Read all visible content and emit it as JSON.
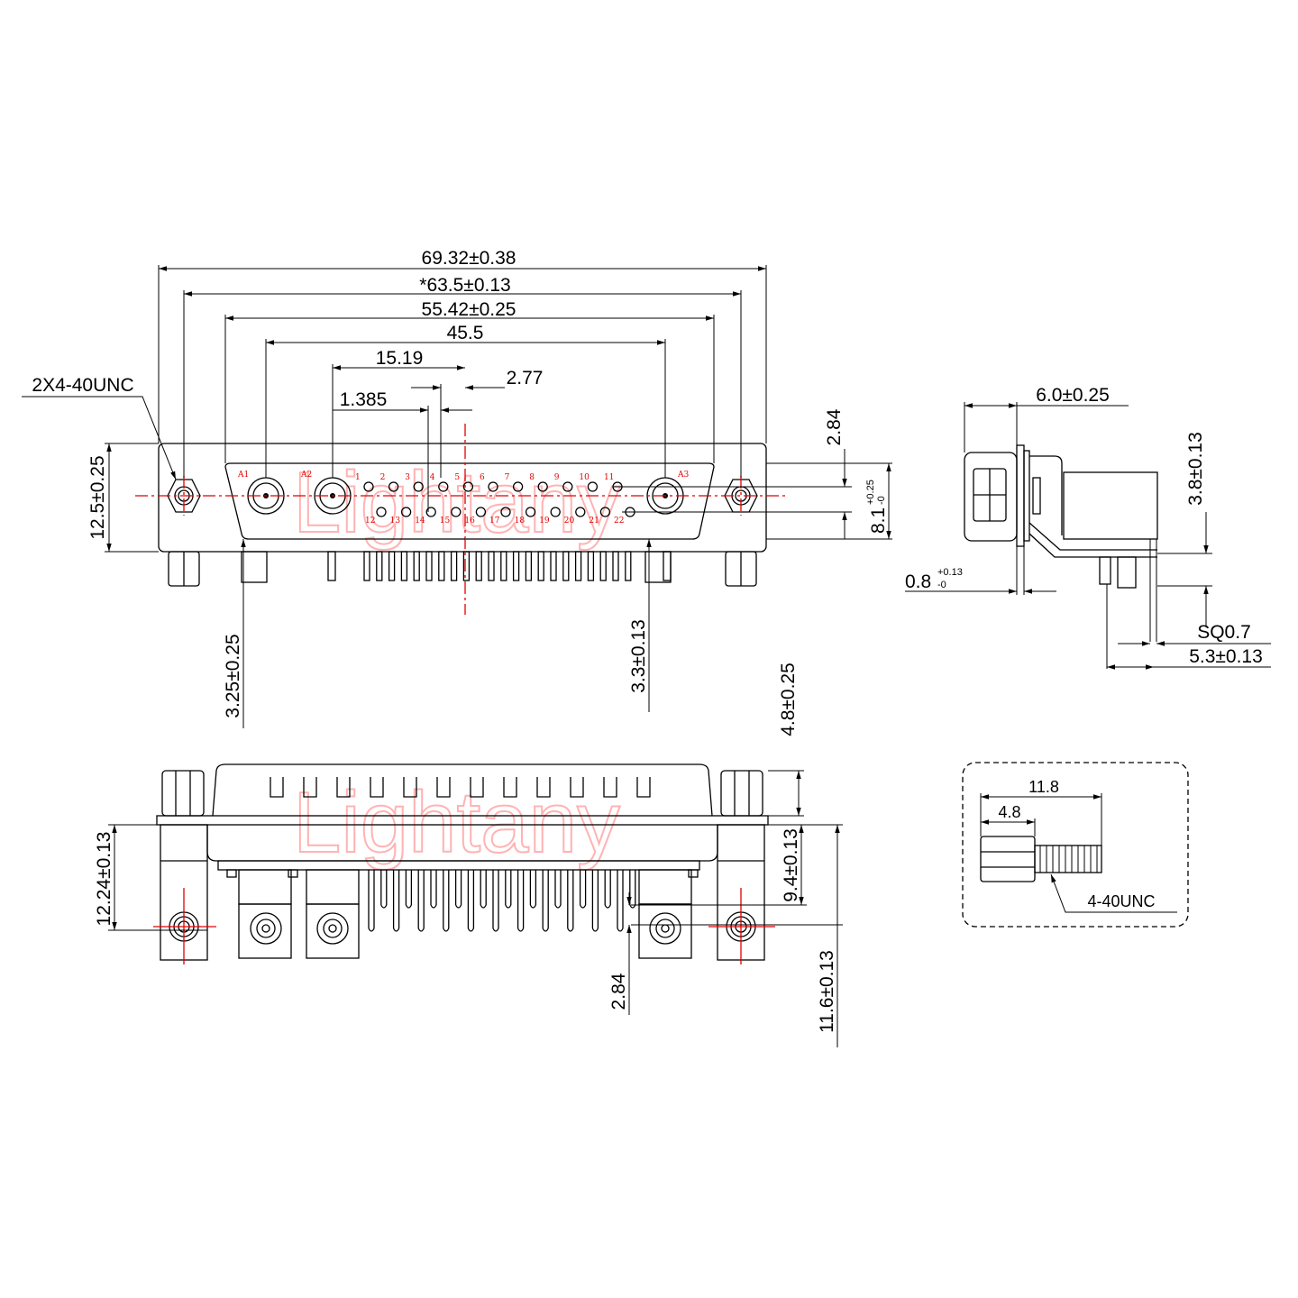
{
  "front_view": {
    "dim_overall": "69.32±0.38",
    "dim_mount": "*63.5±0.13",
    "dim_shell": "55.42±0.25",
    "dim_coax": "45.5",
    "dim_pin_span": "15.19",
    "dim_pitch": "2.77",
    "dim_half_pitch": "1.385",
    "thread_callout": "2X4-40UNC",
    "dim_height": "12.5±0.25",
    "dim_row": "2.84",
    "dim_flange_base": "8.1",
    "tol_flange_upper": "+0.25",
    "tol_flange_lower": "-0",
    "dim_left_pin": "3.25±0.25",
    "dim_right_pin": "3.3±0.13",
    "coax_labels": [
      "A1",
      "A2",
      "A3"
    ],
    "pins_top": [
      "1",
      "2",
      "3",
      "4",
      "5",
      "6",
      "7",
      "8",
      "9",
      "10",
      "11"
    ],
    "pins_bottom": [
      "12",
      "13",
      "14",
      "15",
      "16",
      "17",
      "18",
      "19",
      "20",
      "21",
      "22"
    ]
  },
  "side_view": {
    "dim_depth": "6.0±0.25",
    "dim_h": "3.8±0.13",
    "dim_flange_base": "0.8",
    "tol_flange_upper": "+0.13",
    "tol_flange_lower": "-0",
    "dim_pin": "SQ0.7",
    "dim_offset": "5.3±0.13"
  },
  "bottom_view": {
    "dim_standoff": "4.8±0.25",
    "dim_left": "12.24±0.13",
    "dim_right_top": "9.4±0.13",
    "dim_right": "11.6±0.13",
    "dim_row": "2.84"
  },
  "screw_detail": {
    "dim_total": "11.8",
    "dim_head": "4.8",
    "thread": "4-40UNC"
  },
  "watermark": "Lightany"
}
